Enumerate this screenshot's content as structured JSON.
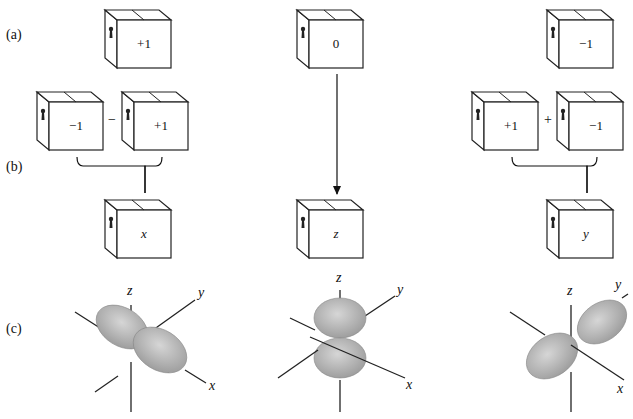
{
  "diagram": {
    "nodes": [
      {
        "text": [
          "+1"
        ]
      },
      {
        "text": [
          "0"
        ]
      },
      {
        "text": [
          "−1"
        ]
      },
      {
        "text": [
          "−1"
        ]
      },
      {
        "text": [
          "+1"
        ]
      },
      {
        "text": [
          "+1"
        ]
      },
      {
        "text": [
          "−1"
        ]
      },
      {
        "text": [
          "x"
        ]
      },
      {
        "text": [
          "z"
        ]
      },
      {
        "text": [
          "y"
        ]
      }
    ],
    "edges": [
      {
        "from": 3,
        "to": 7,
        "arrow": "none"
      },
      {
        "from": 4,
        "to": 7,
        "arrow": "none"
      },
      {
        "from": 1,
        "to": 8,
        "arrow": "to"
      },
      {
        "from": 5,
        "to": 9,
        "arrow": "none"
      },
      {
        "from": 6,
        "to": 9,
        "arrow": "none"
      }
    ],
    "labels": [
      "(a)",
      "(b)",
      "(c)",
      "−",
      "+",
      "z",
      "y",
      "x",
      "z",
      "y",
      "x",
      "z",
      "y",
      "x"
    ]
  }
}
